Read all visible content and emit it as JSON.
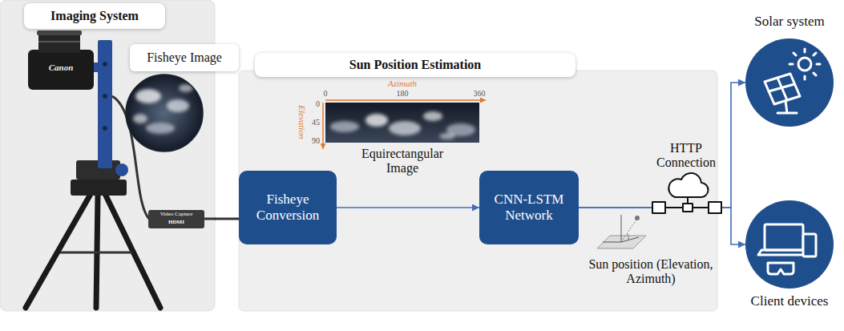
{
  "diagram": {
    "nodes": [
      {
        "text": [
          "Imaging System"
        ]
      },
      {
        "text": [
          "Fisheye Image"
        ]
      },
      {
        "text": [
          "Sun Position Estimation"
        ]
      },
      {
        "text": [
          "Fisheye Conversion"
        ],
        "in": 2
      },
      {
        "text": [
          "CNN-LSTM Network"
        ],
        "in": 2
      },
      {
        "text": [
          "Solar system"
        ]
      },
      {
        "text": [
          "Client devices"
        ]
      }
    ],
    "edges": [
      {
        "from": 0,
        "to": 3,
        "arrow": "none"
      },
      {
        "from": 3,
        "to": 4,
        "arrow": "to"
      },
      {
        "from": 4,
        "to": 5,
        "arrow": "to"
      },
      {
        "from": 4,
        "to": 6,
        "arrow": "to"
      }
    ],
    "labels": [
      "Canon",
      "Video Capture",
      "HDMI",
      "Azimuth",
      "0",
      "180",
      "360",
      "Elevation",
      "0",
      "45",
      "90",
      "Equirectangular Image",
      "HTTP Connection",
      "Sun position (Elevation, Azimuth)"
    ]
  }
}
